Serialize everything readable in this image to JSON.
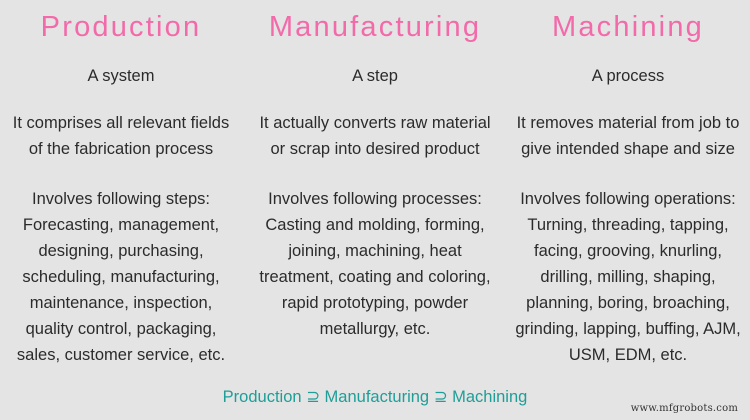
{
  "colors": {
    "background": "#e4e4e4",
    "heading": "#f26aa9",
    "body_text": "#2b2b2b",
    "footer": "#1f9e98"
  },
  "columns": [
    {
      "title": "Production",
      "subtitle": "A system",
      "description": [
        "It comprises all relevant fields",
        "of the fabrication process"
      ],
      "list": [
        "Involves following steps:",
        "Forecasting, management,",
        "designing, purchasing,",
        "scheduling, manufacturing,",
        "maintenance, inspection,",
        "quality control, packaging,",
        "sales, customer service, etc."
      ]
    },
    {
      "title": "Manufacturing",
      "subtitle": "A step",
      "description": [
        "It actually converts raw material",
        "or scrap into desired product"
      ],
      "list": [
        "Involves following processes:",
        "Casting and molding, forming,",
        "joining, machining, heat",
        "treatment, coating and coloring,",
        "rapid prototyping, powder",
        "metallurgy, etc."
      ]
    },
    {
      "title": "Machining",
      "subtitle": "A process",
      "description": [
        "It removes material from job to",
        "give intended shape and size"
      ],
      "list": [
        "Involves following operations:",
        "Turning, threading, tapping,",
        "facing, grooving, knurling,",
        "drilling, milling, shaping,",
        "planning, boring, broaching,",
        "grinding, lapping, buffing, AJM,",
        "USM, EDM, etc."
      ]
    }
  ],
  "footer": {
    "relation": "Production ⊇ Manufacturing ⊇ Machining"
  },
  "watermark": "www.mfgrobots.com"
}
